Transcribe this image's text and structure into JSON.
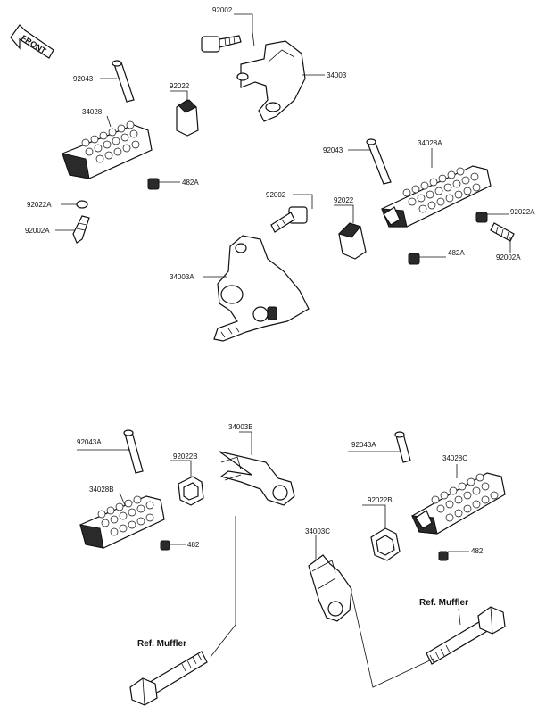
{
  "front_marker": "FRONT",
  "labels": {
    "top_bolt": "92002",
    "top_bracket": "34003",
    "upper_left_pin": "92043",
    "upper_left_bushing": "92022",
    "upper_left_footpeg": "34028",
    "upper_left_cotter": "482A",
    "upper_left_washer": "92022A",
    "upper_left_spring": "92002A",
    "mid_bolt": "92002",
    "mid_bushing": "92022",
    "mid_bracket": "34003A",
    "upper_right_pin": "92043",
    "upper_right_footpeg": "34028A",
    "upper_right_washer": "92022A",
    "upper_right_spring": "92002A",
    "upper_right_cotter": "482A",
    "lower_left_pin": "92043A",
    "lower_left_bracket": "34003B",
    "lower_left_bushing": "92022B",
    "lower_left_footpeg": "34028B",
    "lower_left_cotter": "482",
    "lower_right_pin": "92043A",
    "lower_right_footpeg": "34028C",
    "lower_right_bushing": "92022B",
    "lower_right_bracket": "34003C",
    "lower_right_cotter": "482"
  },
  "refs": {
    "left_muffler": "Ref. Muffler",
    "right_muffler": "Ref. Muffler"
  }
}
